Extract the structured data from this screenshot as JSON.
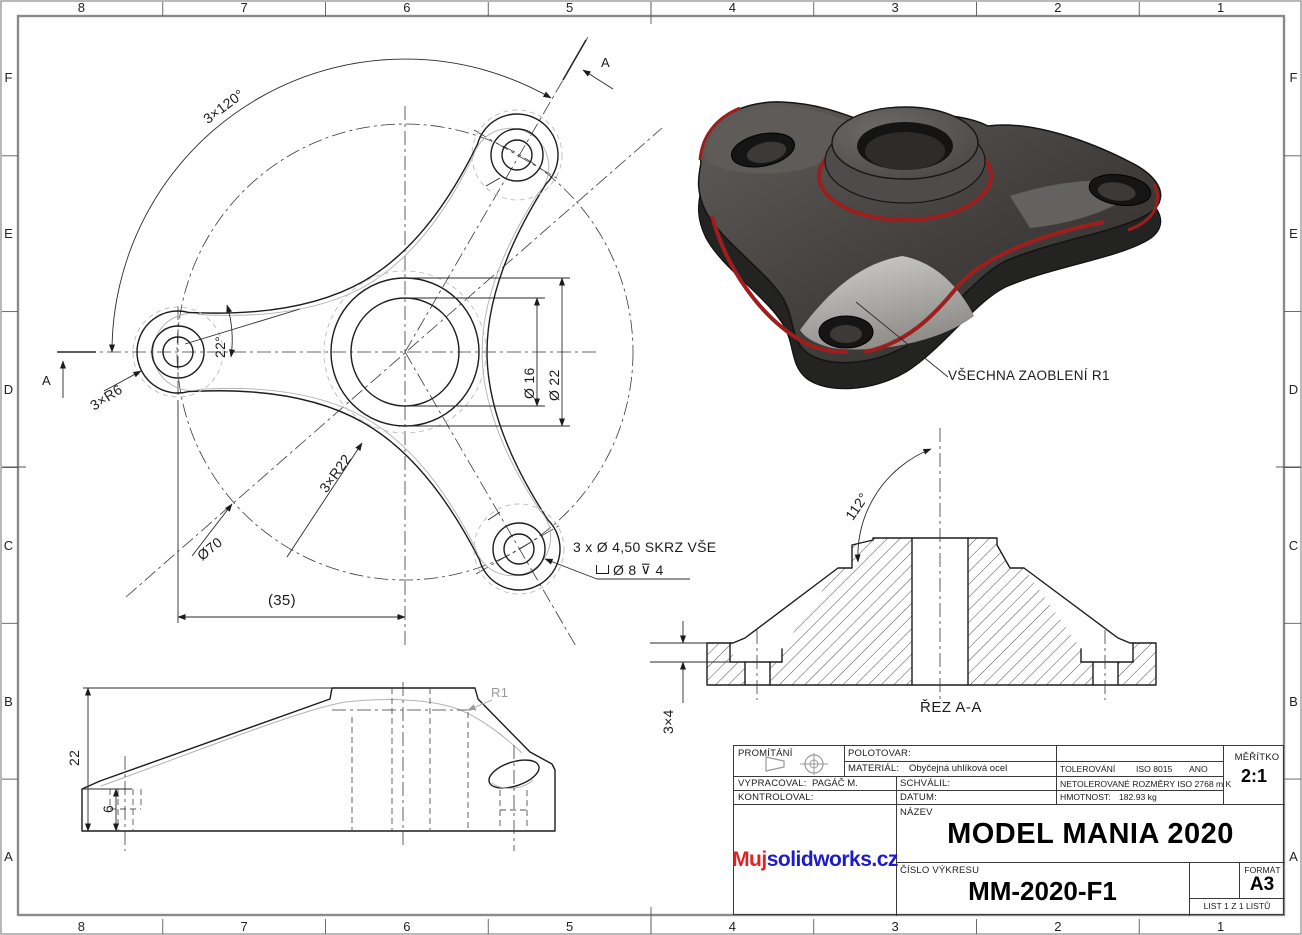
{
  "sheet": {
    "border": {
      "columns": [
        "8",
        "7",
        "6",
        "5",
        "4",
        "3",
        "2",
        "1"
      ],
      "rows": [
        "F",
        "E",
        "D",
        "C",
        "B",
        "A"
      ]
    }
  },
  "front_view": {
    "dim_bolt_angle": "3×120°",
    "dim_arm_angle": "22°",
    "dim_lobe_radius": "3×R6",
    "dim_arm_radius": "3×R22",
    "dim_bolt_circle": "Ø70",
    "dim_bore": "Ø 16",
    "dim_boss": "Ø 22",
    "dim_ref_width": "(35)",
    "hole_callout_line1": "3 x Ø 4,50 SKRZ VŠE",
    "hole_callout_dia": "Ø 8",
    "depth_symbol": "⊽",
    "hole_callout_depth": "4",
    "section_letter_top": "A",
    "section_letter_left": "A"
  },
  "iso_view": {
    "fillet_note": "VŠECHNA ZAOBLENÍ R1"
  },
  "side_view": {
    "dim_height": "22",
    "dim_base": "6",
    "dim_fillet": "R1"
  },
  "section_view": {
    "dim_angle": "112°",
    "dim_cbore": "3×4",
    "label": "ŘEZ A-A"
  },
  "title_block": {
    "promitani_label": "PROMÍTÁNÍ",
    "polotovar_label": "POLOTOVAR:",
    "material_label": "MATERIÁL:",
    "material_value": "Obyčejná uhlíková ocel",
    "tolerovani_label": "TOLEROVÁNÍ",
    "tolerovani_standard": "ISO 8015",
    "tolerovani_flag": "ANO",
    "meritko_label": "MĚŘÍTKO",
    "meritko_value": "2:1",
    "vypracoval_label": "VYPRACOVAL:",
    "vypracoval_value": "PAGÁČ M.",
    "schvalil_label": "SCHVÁLIL:",
    "netolerovane_text": "NETOLEROVANÉ ROZMĚRY ISO 2768 m K",
    "kontroloval_label": "KONTROLOVAL:",
    "datum_label": "DATUM:",
    "hmotnost_label": "HMOTNOST:",
    "hmotnost_value": "182.93 kg",
    "nazev_label": "NÁZEV",
    "nazev_value": "MODEL MANIA 2020",
    "logo_part1": "Muj",
    "logo_part2": "solidworks.cz",
    "cislo_label": "ČÍSLO VÝKRESU",
    "cislo_value": "MM-2020-F1",
    "format_label": "FORMÁT",
    "format_value": "A3",
    "list_text": "LIST  1  Z  1  LISTŮ"
  },
  "colors": {
    "fillet_red": "#9e1e1e",
    "logo_red": "#e02424",
    "logo_blue": "#1c1ccc",
    "line_dark": "#1c1c1c"
  }
}
